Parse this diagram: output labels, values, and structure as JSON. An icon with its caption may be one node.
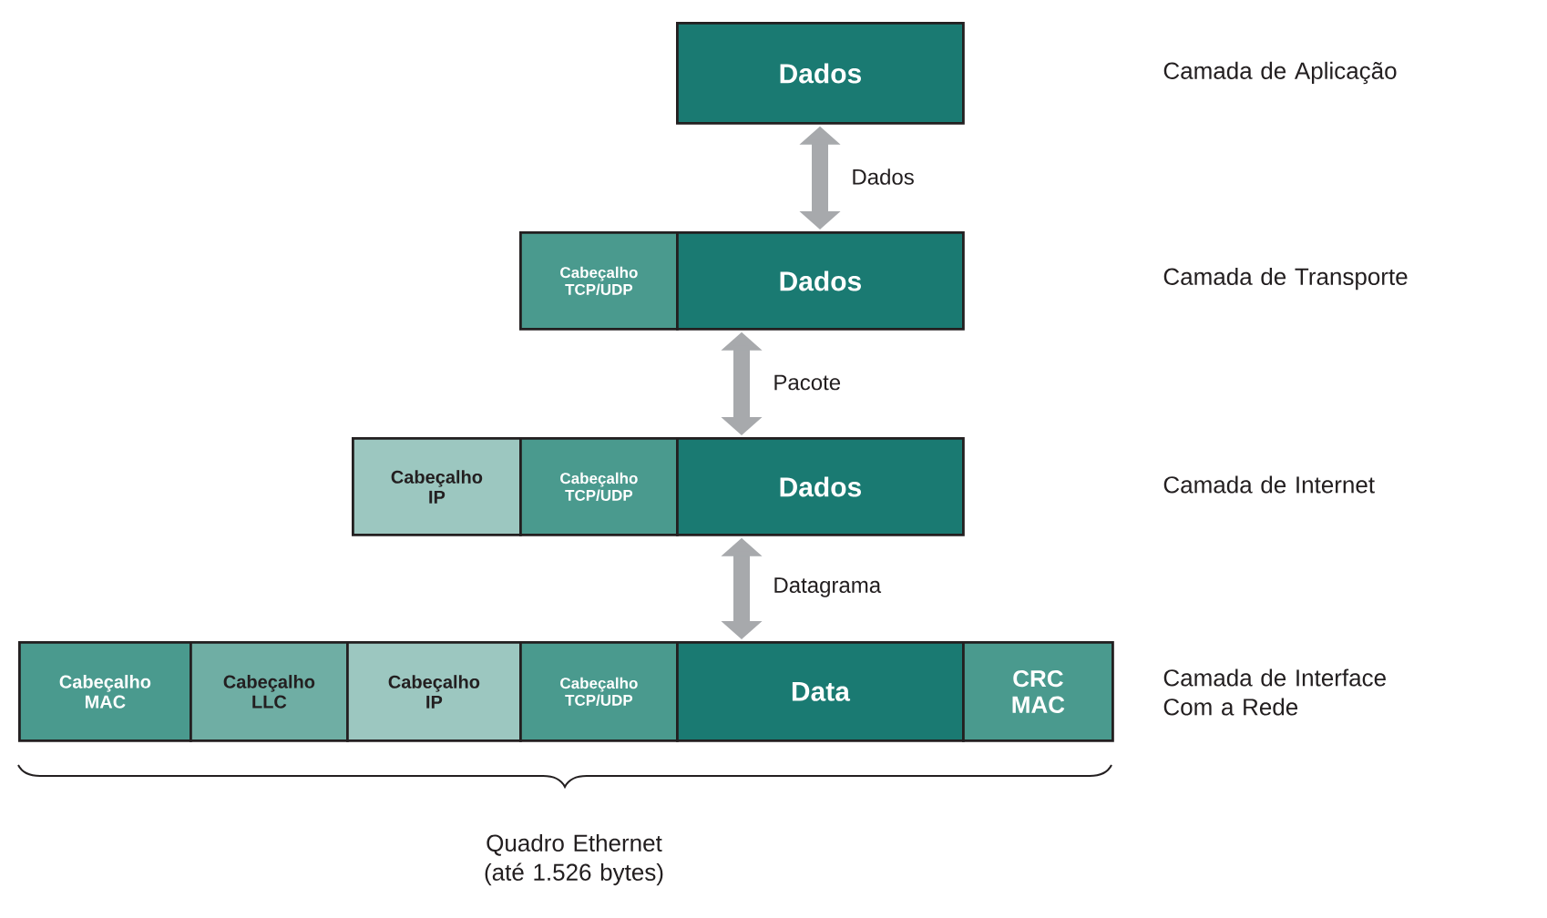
{
  "diagram": {
    "nodes": [
      {
        "text": [
          "Dados"
        ]
      },
      {
        "text": [
          "Cabeçalho TCP/UDP"
        ]
      },
      {
        "text": [
          "Dados"
        ]
      },
      {
        "text": [
          "Cabeçalho IP"
        ]
      },
      {
        "text": [
          "Cabeçalho TCP/UDP"
        ]
      },
      {
        "text": [
          "Dados"
        ]
      },
      {
        "text": [
          "Cabeçalho MAC"
        ]
      },
      {
        "text": [
          "Cabeçalho LLC"
        ]
      },
      {
        "text": [
          "Cabeçalho IP"
        ]
      },
      {
        "text": [
          "Cabeçalho TCP/UDP"
        ]
      },
      {
        "text": [
          "Data"
        ]
      },
      {
        "text": [
          "CRC MAC"
        ]
      }
    ],
    "edges": [
      {
        "from": 0,
        "to": 2,
        "arrow": "both",
        "label": "Dados"
      },
      {
        "from": 2,
        "to": 5,
        "arrow": "both",
        "label": "Pacote"
      },
      {
        "from": 5,
        "to": 10,
        "arrow": "both",
        "label": "Datagrama"
      }
    ],
    "labels": [
      "Camada de Aplicação",
      "Camada de Transporte",
      "Camada de Internet",
      "Camada de Interface Com a Rede",
      "Quadro Ethernet (até 1.526 bytes)"
    ]
  }
}
